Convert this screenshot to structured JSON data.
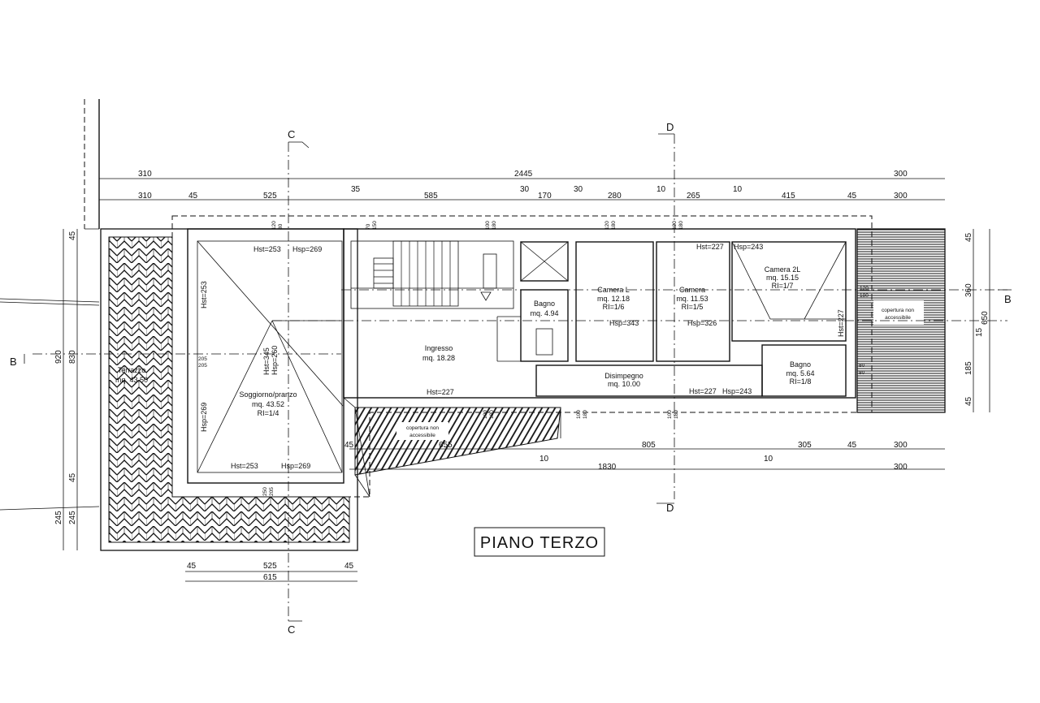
{
  "drawing": {
    "title": "PIANO TERZO",
    "section_marks": {
      "c": "C",
      "d": "D",
      "b": "B"
    },
    "dims_top_total": [
      "310",
      "2445",
      "300"
    ],
    "dims_top_detail": [
      "310",
      "45",
      "525",
      "35",
      "585",
      "30",
      "170",
      "30",
      "280",
      "10",
      "265",
      "10",
      "415",
      "45",
      "300"
    ],
    "dims_bottom_row1": [
      "45",
      "655",
      "805",
      "10",
      "305",
      "45",
      "300",
      "10"
    ],
    "dims_bottom_row2": [
      "1830",
      "300"
    ],
    "dims_bottom_left": [
      "45",
      "525",
      "45",
      "615"
    ],
    "dims_left": [
      "45",
      "920",
      "830",
      "45",
      "245",
      "245"
    ],
    "dims_right": [
      "45",
      "360",
      "15",
      "650",
      "185",
      "45"
    ],
    "wall_notes": [
      "120",
      "80",
      "70",
      "150",
      "100",
      "180",
      "120",
      "180",
      "120",
      "180",
      "100",
      "180",
      "100",
      "180",
      "100",
      "180",
      "120",
      "180",
      "205",
      "205",
      "80",
      "80",
      "250",
      "205"
    ]
  },
  "rooms": {
    "terrazzo": {
      "name": "Terrazzo",
      "area": "mq. 43.50"
    },
    "soggiorno": {
      "name": "Soggiorno/pranzo",
      "area": "mq. 43.52",
      "ri": "RI=1/4"
    },
    "ingresso": {
      "name": "Ingresso",
      "area": "mq. 18.28"
    },
    "bagno1": {
      "name": "Bagno",
      "area": "mq. 4.94"
    },
    "camera_l": {
      "name": "Camera L",
      "area": "mq. 12.18",
      "ri": "RI=1/6"
    },
    "camera": {
      "name": "Camera",
      "area": "mq. 11.53",
      "ri": "RI=1/5"
    },
    "camera_2l": {
      "name": "Camera 2L",
      "area": "mq. 15.15",
      "ri": "RI=1/7"
    },
    "bagno2": {
      "name": "Bagno",
      "area": "mq. 5.64",
      "ri": "RI=1/8"
    },
    "disimpegno": {
      "name": "Disimpegno",
      "area": "mq. 10.00"
    },
    "copertura": {
      "line1": "copertura non",
      "line2": "accessibile"
    }
  },
  "heights": {
    "hst_253": "Hst=253",
    "hsp_269": "Hsp=269",
    "hst_345": "Hst=345",
    "hsp_260": "Hsp=260",
    "hsp_343": "Hsp=343",
    "hsp_326": "Hsp=326",
    "hst_227": "Hst=227",
    "hsp_243": "Hsp=243"
  }
}
